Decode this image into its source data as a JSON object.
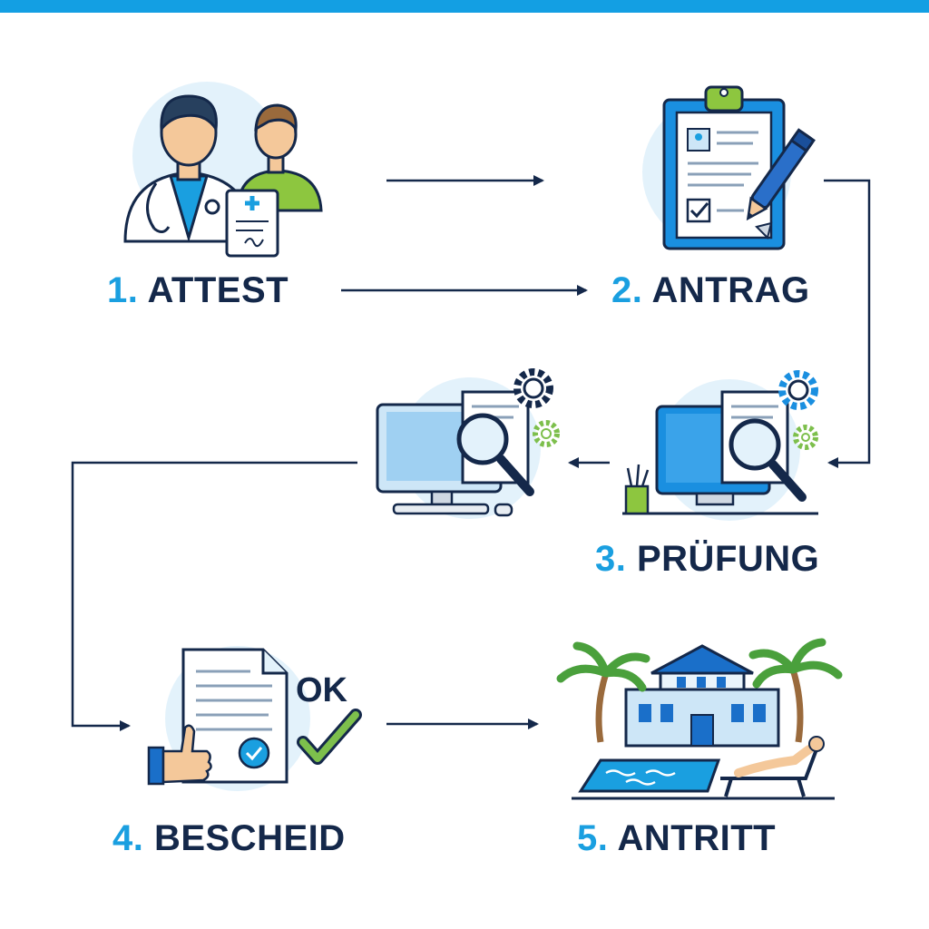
{
  "steps": [
    {
      "number": "1.",
      "title": "ATTEST"
    },
    {
      "number": "2.",
      "title": "ANTRAG"
    },
    {
      "number": "3.",
      "title": "PRÜFUNG"
    },
    {
      "number": "4.",
      "title": "BESCHEID"
    },
    {
      "number": "5.",
      "title": "ANTRITT"
    }
  ],
  "approval_stamp": "OK",
  "colors": {
    "accent_blue": "#1a9fe0",
    "navy": "#14284a",
    "light_circle": "#e3f2fb",
    "green": "#7dbf4c"
  },
  "icons": [
    "doctor-patient-icon",
    "clipboard-application-icon",
    "review-computer-icon",
    "approval-document-icon",
    "resort-pool-icon"
  ]
}
